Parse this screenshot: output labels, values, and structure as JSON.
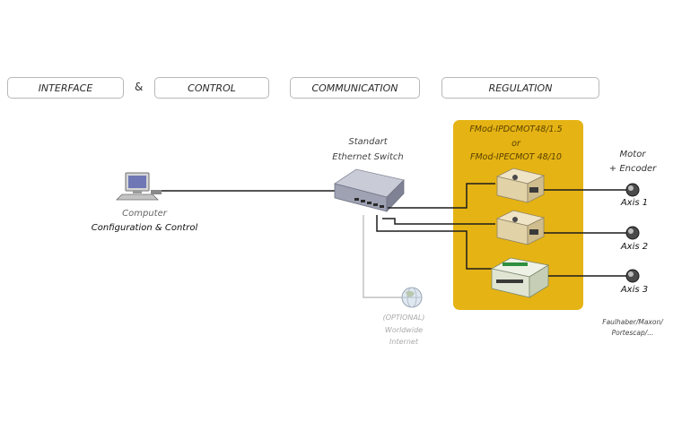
{
  "headers": {
    "interface": "INTERFACE",
    "ampersand": "&",
    "control": "CONTROL",
    "communication": "COMMUNICATION",
    "regulation": "REGULATION"
  },
  "computer": {
    "caption": "Computer",
    "role": "Configuration & Control"
  },
  "switch": {
    "line1": "Standart",
    "line2": "Ethernet Switch"
  },
  "module_panel": {
    "line1": "FMod-IPDCMOT48/1.5",
    "line2": "or",
    "line3": "FMod-IPECMOT 48/10",
    "color": "#e5b313"
  },
  "motor_encoder": {
    "line1": "Motor",
    "line2": "+ Encoder"
  },
  "axes": [
    "Axis 1",
    "Axis 2",
    "Axis 3"
  ],
  "internet": {
    "line1": "(OPTIONAL)",
    "line2": "Worldwide",
    "line3": "Internet"
  },
  "vendors": {
    "line1": "Faulhaber/Maxon/",
    "line2": "Portescap/..."
  },
  "icons": {
    "computer": "computer-icon",
    "switch": "ethernet-switch-icon",
    "globe": "globe-icon",
    "motor": "motor-connector-icon",
    "drive": "motor-drive-module-icon"
  }
}
